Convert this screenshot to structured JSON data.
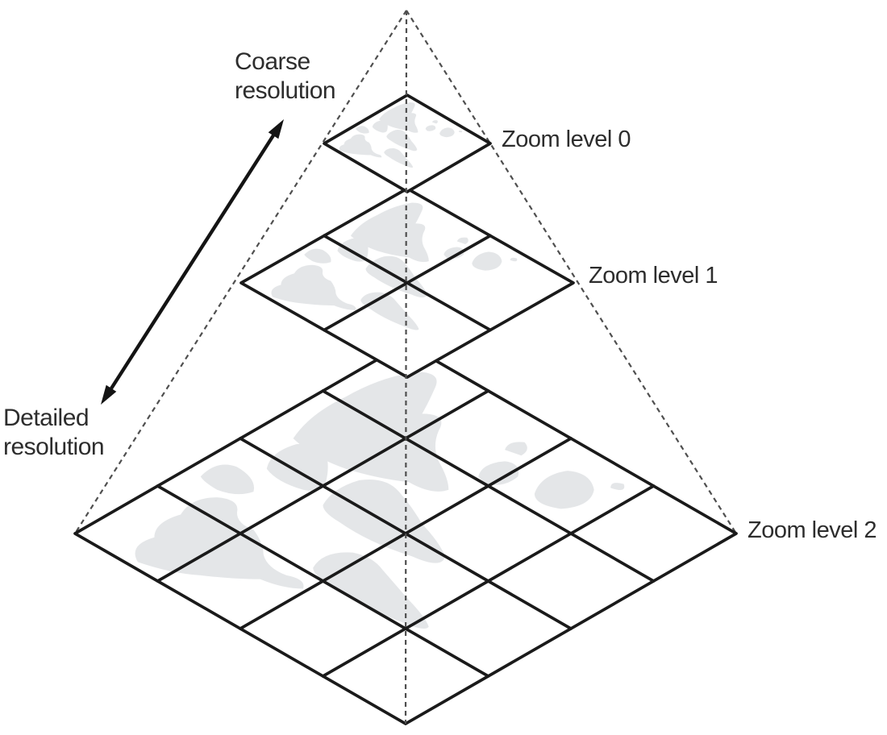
{
  "annotations": {
    "coarse_resolution": "Coarse\nresolution",
    "detailed_resolution": "Detailed\nresolution"
  },
  "zoom_levels": [
    {
      "label": "Zoom level 0",
      "grid_rows": 1,
      "grid_cols": 1,
      "tiles": 1
    },
    {
      "label": "Zoom level 1",
      "grid_rows": 2,
      "grid_cols": 2,
      "tiles": 4
    },
    {
      "label": "Zoom level 2",
      "grid_rows": 4,
      "grid_cols": 4,
      "tiles": 16
    }
  ],
  "colors": {
    "background": "#ffffff",
    "grid_line": "#1a1a1a",
    "dashed_line": "#4f4f4f",
    "map_silhouette": "#e4e6e8",
    "text": "#2d2d2d"
  }
}
